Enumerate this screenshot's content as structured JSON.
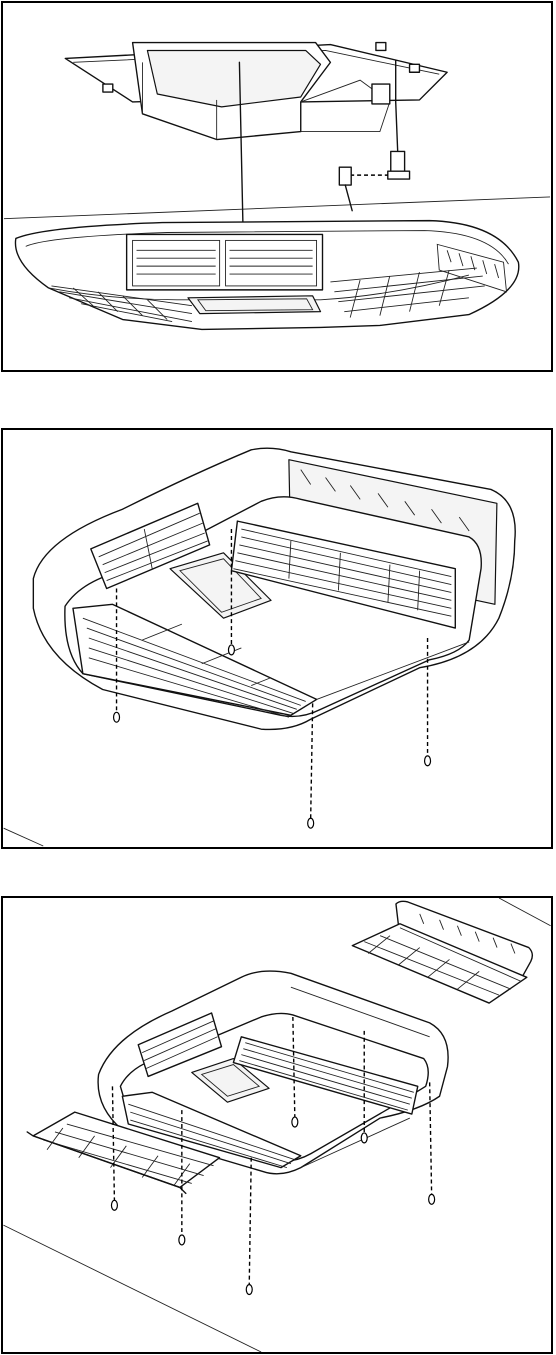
{
  "figure": {
    "panels": [
      {
        "id": "panel-1",
        "depicts": "air-distribution-box-wiring-connection"
      },
      {
        "id": "panel-2",
        "depicts": "ceiling-assembly-screw-attachment"
      },
      {
        "id": "panel-3",
        "depicts": "return-air-filters-removed"
      }
    ]
  }
}
